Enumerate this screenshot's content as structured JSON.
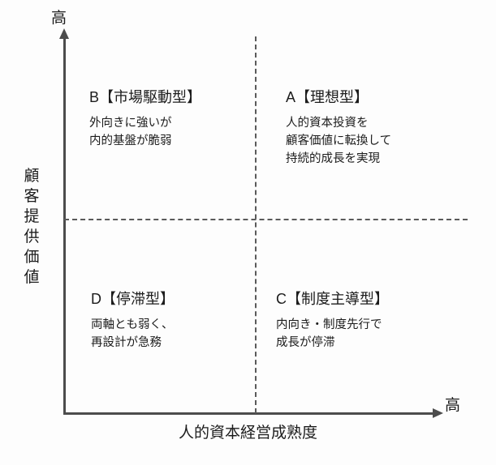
{
  "axes": {
    "y_title": "顧客提供価値",
    "x_title": "人的資本経営成熟度",
    "y_high_label": "高",
    "x_high_label": "高",
    "line_color": "#4c4c4c",
    "divider_color": "#5a5a5a",
    "background": "#fdfdfd"
  },
  "quadrants": {
    "a": {
      "title": "A【理想型】",
      "lines": [
        "人的資本投資を",
        "顧客価値に転換して",
        "持続的成長を実現"
      ]
    },
    "b": {
      "title": "B【市場駆動型】",
      "lines": [
        "外向きに強いが",
        "内的基盤が脆弱"
      ]
    },
    "c": {
      "title": "C【制度主導型】",
      "lines": [
        "内向き・制度先行で",
        "成長が停滞"
      ]
    },
    "d": {
      "title": "D【停滞型】",
      "lines": [
        "両軸とも弱く、",
        "再設計が急務"
      ]
    }
  },
  "chart_data": {
    "type": "scatter",
    "title": "",
    "xlabel": "人的資本経営成熟度",
    "ylabel": "顧客提供価値",
    "grid": false,
    "legend": "none",
    "annotations": [
      {
        "quadrant": "B",
        "position": "top-left",
        "title": "B【市場駆動型】",
        "text": "外向きに強いが 内的基盤が脆弱"
      },
      {
        "quadrant": "A",
        "position": "top-right",
        "title": "A【理想型】",
        "text": "人的資本投資を 顧客価値に転換して 持続的成長を実現"
      },
      {
        "quadrant": "D",
        "position": "bottom-left",
        "title": "D【停滞型】",
        "text": "両軸とも弱く、 再設計が急務"
      },
      {
        "quadrant": "C",
        "position": "bottom-right",
        "title": "C【制度主導型】",
        "text": "内向き・制度先行で 成長が停滞"
      }
    ],
    "axis_tick_labels": {
      "x_max": "高",
      "y_max": "高"
    }
  }
}
